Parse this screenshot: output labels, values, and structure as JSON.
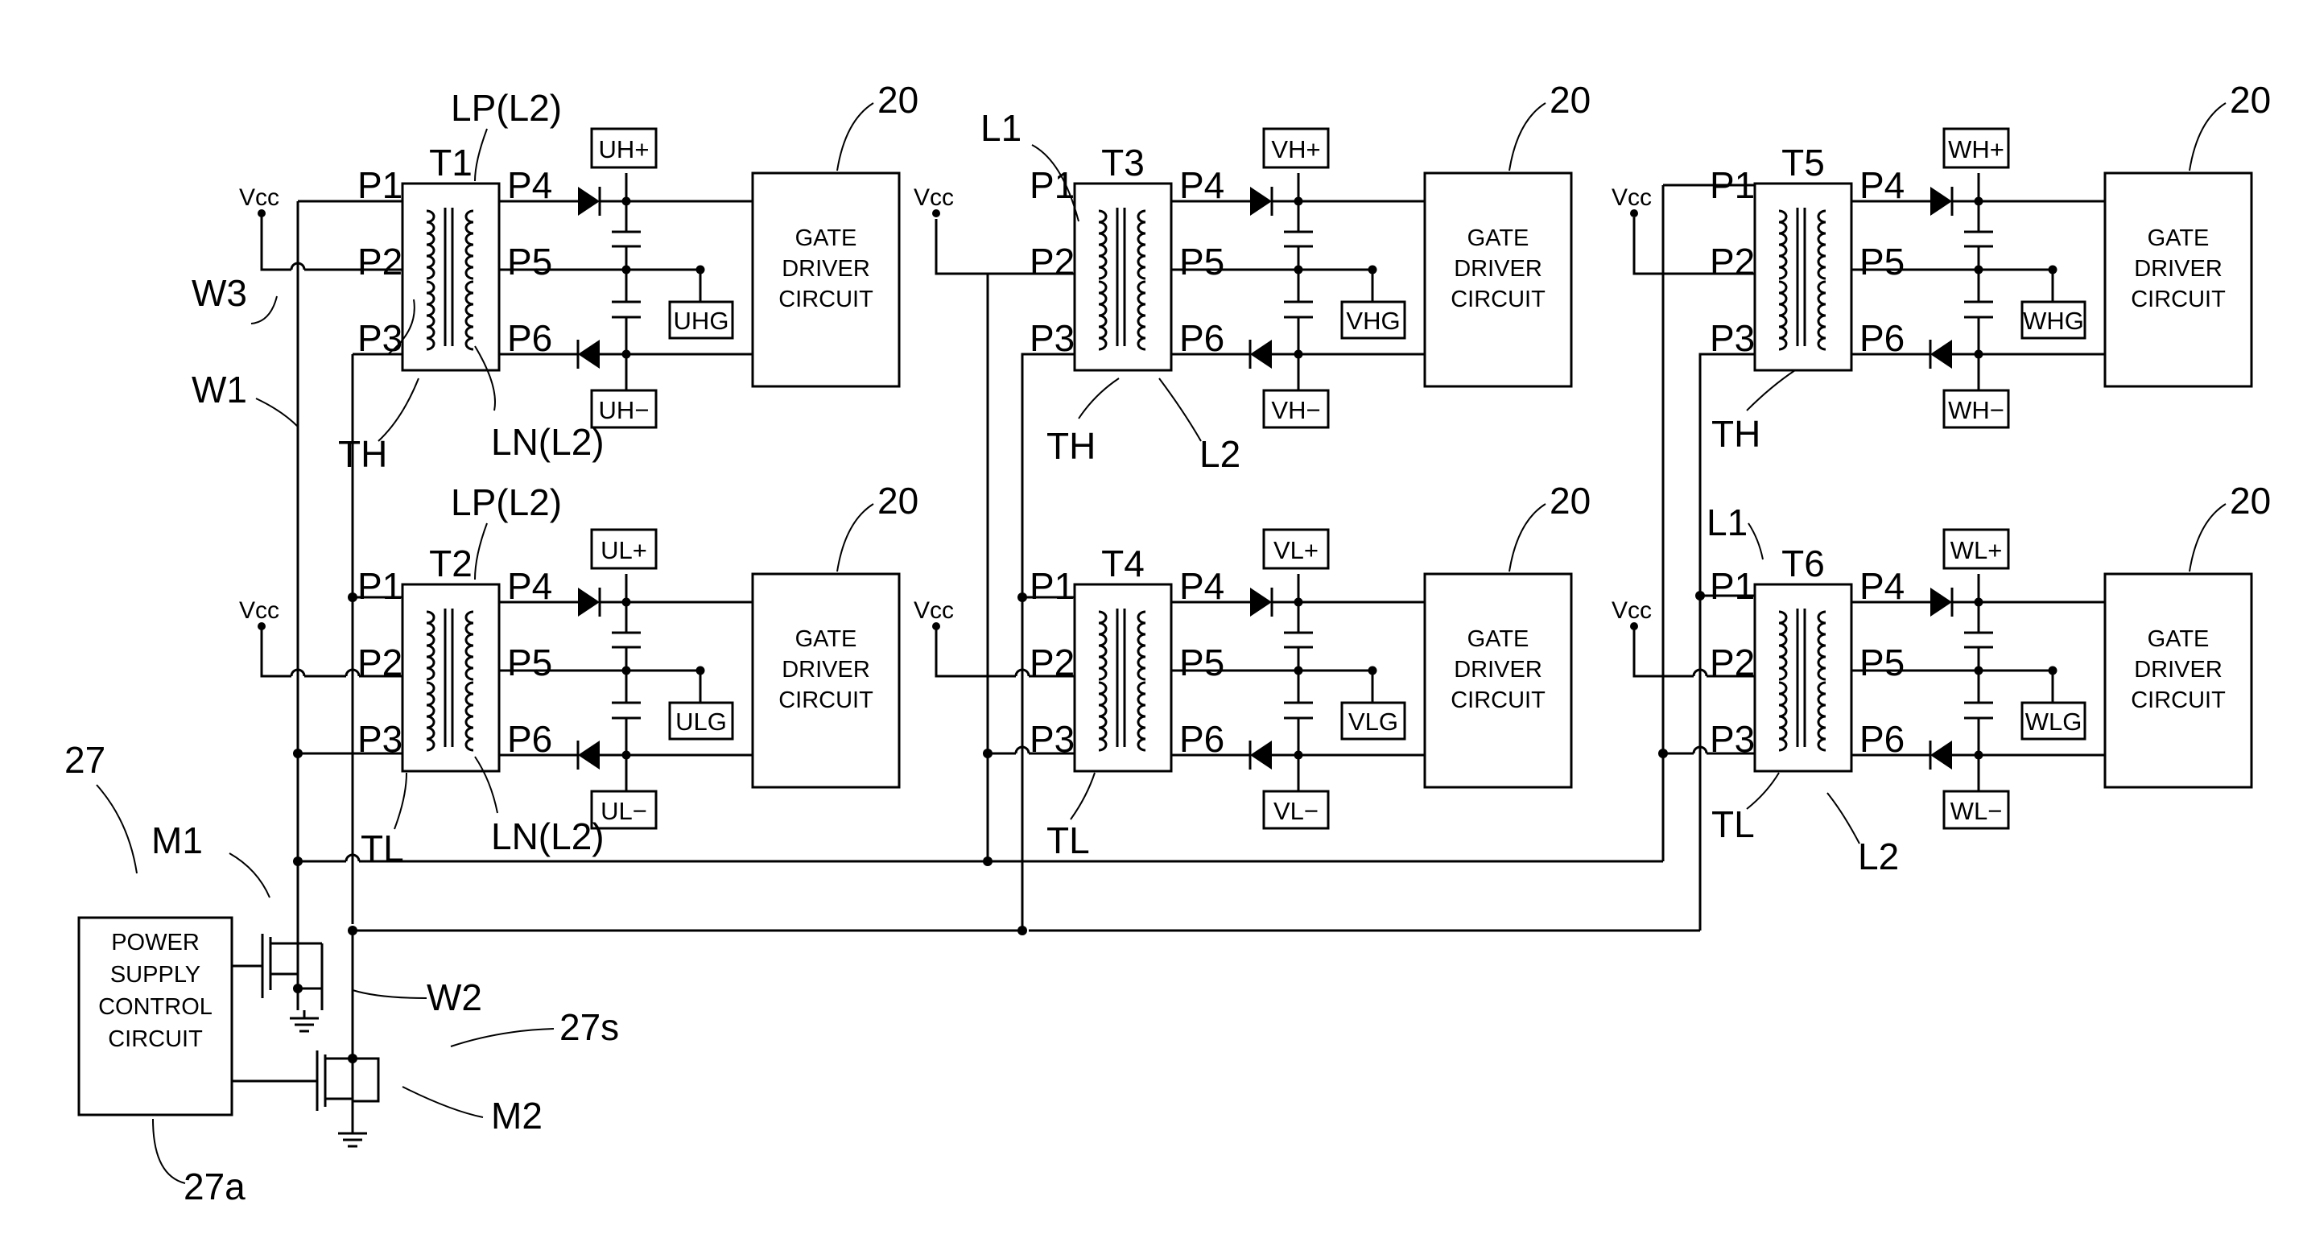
{
  "vcc_label": "Vcc",
  "ref_20": "20",
  "gate_driver": [
    "GATE",
    "DRIVER",
    "CIRCUIT"
  ],
  "pins": [
    "P1",
    "P2",
    "P3",
    "P4",
    "P5",
    "P6"
  ],
  "modules": [
    {
      "transformer": "T1",
      "top": "UH+",
      "mid": "UHG",
      "bot": "UH−"
    },
    {
      "transformer": "T2",
      "top": "UL+",
      "mid": "ULG",
      "bot": "UL−"
    },
    {
      "transformer": "T3",
      "top": "VH+",
      "mid": "VHG",
      "bot": "VH−"
    },
    {
      "transformer": "T4",
      "top": "VL+",
      "mid": "VLG",
      "bot": "VL−"
    },
    {
      "transformer": "T5",
      "top": "WH+",
      "mid": "WHG",
      "bot": "WH−"
    },
    {
      "transformer": "T6",
      "top": "WL+",
      "mid": "WLG",
      "bot": "WL−"
    }
  ],
  "refs": {
    "W1": "W1",
    "W2": "W2",
    "W3": "W3",
    "TH": "TH",
    "TL": "TL",
    "L1": "L1",
    "L2": "L2",
    "LP": "LP(L2)",
    "LN": "LN(L2)",
    "M1": "M1",
    "M2": "M2",
    "r27": "27",
    "r27s": "27s",
    "r27a": "27a"
  },
  "power_supply": [
    "POWER",
    "SUPPLY",
    "CONTROL",
    "CIRCUIT"
  ]
}
